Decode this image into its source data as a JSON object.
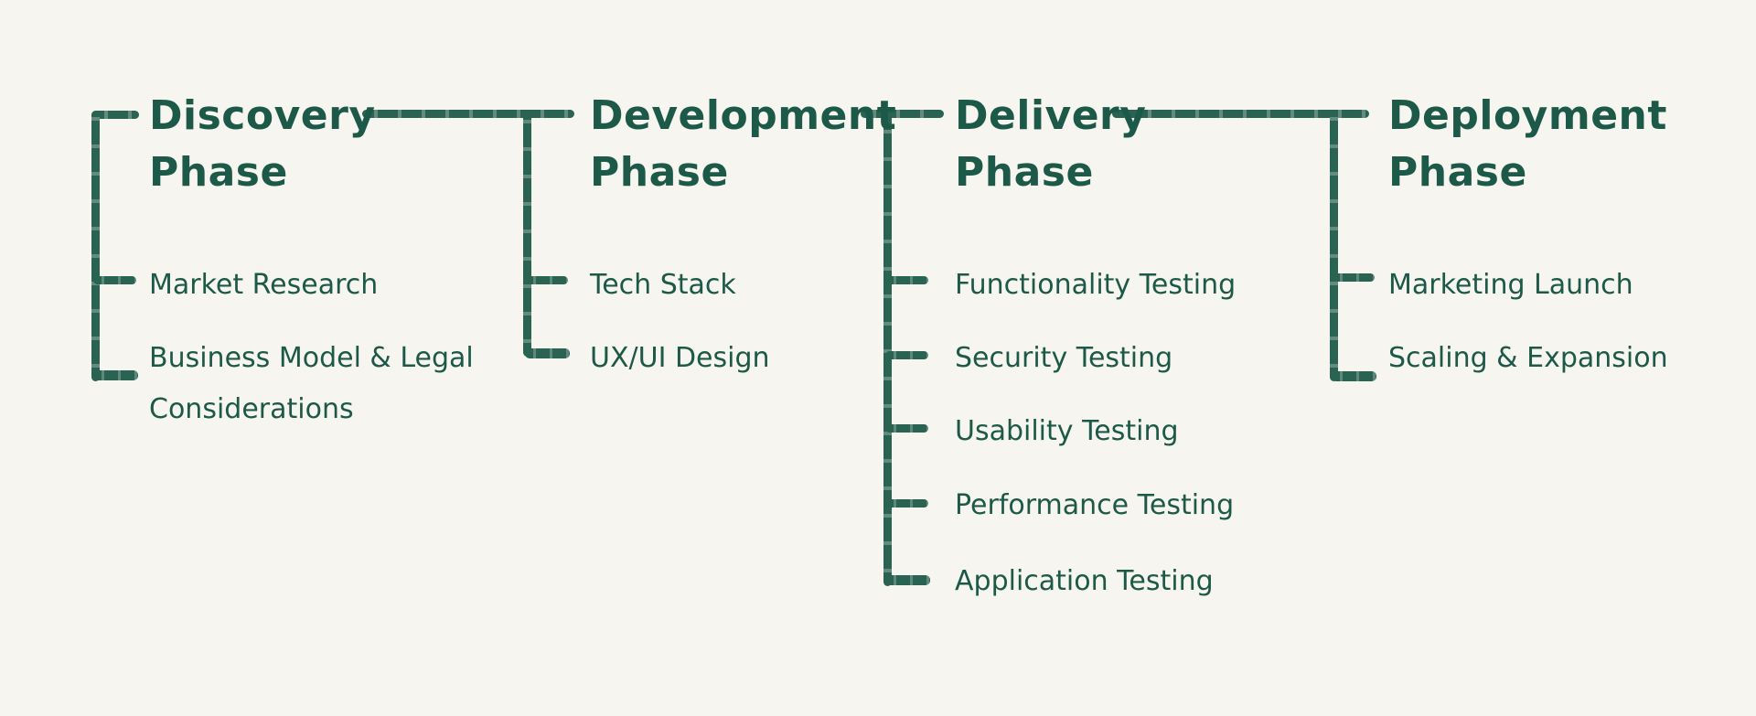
{
  "page": {
    "background_color": "#f7f5ef",
    "text_color": "#1d5949",
    "line_color": "#2b6353"
  },
  "diagram": {
    "type": "process-flowchart",
    "phases": [
      {
        "title": "Discovery Phase",
        "items": [
          "Market Research",
          "Business Model & Legal Considerations"
        ]
      },
      {
        "title": "Development Phase",
        "items": [
          "Tech Stack",
          "UX/UI Design"
        ]
      },
      {
        "title": "Delivery Phase",
        "items": [
          "Functionality Testing",
          "Security Testing",
          "Usability Testing",
          "Performance Testing",
          "Application Testing"
        ]
      },
      {
        "title": "Deployment Phase",
        "items": [
          "Marketing Launch",
          "Scaling & Expansion"
        ]
      }
    ]
  }
}
